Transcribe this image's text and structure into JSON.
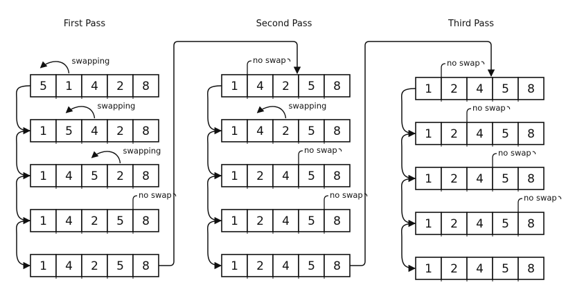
{
  "passes": [
    {
      "title": "First Pass",
      "rows": [
        {
          "values": [
            "5",
            "1",
            "4",
            "2",
            "8"
          ],
          "note": "swapping",
          "note_kind": "swap"
        },
        {
          "values": [
            "1",
            "5",
            "4",
            "2",
            "8"
          ],
          "note": "swapping",
          "note_kind": "swap"
        },
        {
          "values": [
            "1",
            "4",
            "5",
            "2",
            "8"
          ],
          "note": "swapping",
          "note_kind": "swap"
        },
        {
          "values": [
            "1",
            "4",
            "2",
            "5",
            "8"
          ],
          "note": "no swap",
          "note_kind": "noswap"
        },
        {
          "values": [
            "1",
            "4",
            "2",
            "5",
            "8"
          ],
          "note": "",
          "note_kind": "none"
        }
      ]
    },
    {
      "title": "Second Pass",
      "rows": [
        {
          "values": [
            "1",
            "4",
            "2",
            "5",
            "8"
          ],
          "note": "no swap",
          "note_kind": "noswap"
        },
        {
          "values": [
            "1",
            "4",
            "2",
            "5",
            "8"
          ],
          "note": "swapping",
          "note_kind": "swap"
        },
        {
          "values": [
            "1",
            "2",
            "4",
            "5",
            "8"
          ],
          "note": "no swap",
          "note_kind": "noswap"
        },
        {
          "values": [
            "1",
            "2",
            "4",
            "5",
            "8"
          ],
          "note": "no swap",
          "note_kind": "noswap"
        },
        {
          "values": [
            "1",
            "2",
            "4",
            "5",
            "8"
          ],
          "note": "",
          "note_kind": "none"
        }
      ]
    },
    {
      "title": "Third Pass",
      "rows": [
        {
          "values": [
            "1",
            "2",
            "4",
            "5",
            "8"
          ],
          "note": "no swap",
          "note_kind": "noswap"
        },
        {
          "values": [
            "1",
            "2",
            "4",
            "5",
            "8"
          ],
          "note": "no swap",
          "note_kind": "noswap"
        },
        {
          "values": [
            "1",
            "2",
            "4",
            "5",
            "8"
          ],
          "note": "no swap",
          "note_kind": "noswap"
        },
        {
          "values": [
            "1",
            "2",
            "4",
            "5",
            "8"
          ],
          "note": "no swap",
          "note_kind": "noswap"
        },
        {
          "values": [
            "1",
            "2",
            "4",
            "5",
            "8"
          ],
          "note": "",
          "note_kind": "none"
        }
      ]
    }
  ]
}
